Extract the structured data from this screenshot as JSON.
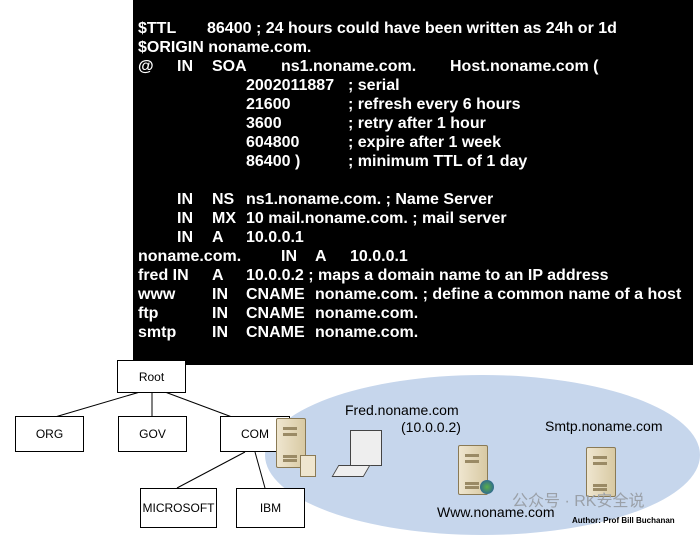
{
  "zone_file": {
    "lines": [
      [
        "$TTL",
        "86400 ; 24 hours could have been written as 24h or 1d"
      ],
      [
        "$ORIGIN noname.com."
      ],
      [
        "@",
        "IN",
        "SOA",
        "ns1.noname.com.",
        "Host.noname.com ("
      ],
      [
        "2002011887",
        "; serial"
      ],
      [
        "21600",
        "; refresh every 6 hours"
      ],
      [
        "3600",
        "; retry after 1 hour"
      ],
      [
        "604800",
        "; expire after 1 week"
      ],
      [
        "86400 )",
        "; minimum TTL of 1 day"
      ],
      [
        "IN",
        "NS",
        "ns1.noname.com. ; Name Server"
      ],
      [
        "IN",
        "MX",
        "10 mail.noname.com. ; mail server"
      ],
      [
        "IN",
        "A",
        "10.0.0.1"
      ],
      [
        "noname.com.",
        "IN",
        "A",
        "10.0.0.1"
      ],
      [
        "fred IN",
        "A",
        "10.0.0.2 ; maps a domain name to an IP address"
      ],
      [
        "www",
        "IN",
        "CNAME",
        "noname.com. ; define a common name of a host"
      ],
      [
        "ftp",
        "IN",
        "CNAME",
        "noname.com."
      ],
      [
        "smtp",
        "IN",
        "CNAME",
        "noname.com."
      ]
    ]
  },
  "tree": {
    "root": "Root",
    "org": "ORG",
    "gov": "GOV",
    "com": "COM",
    "microsoft": "MICROSOFT",
    "ibm": "IBM"
  },
  "network": {
    "fred": "Fred.noname.com",
    "fred_ip": "(10.0.0.2)",
    "smtp": "Smtp.noname.com",
    "www": "Www.noname.com"
  },
  "watermark": "公众号 · RK安全说",
  "author": "Author: Prof Bill Buchanan"
}
